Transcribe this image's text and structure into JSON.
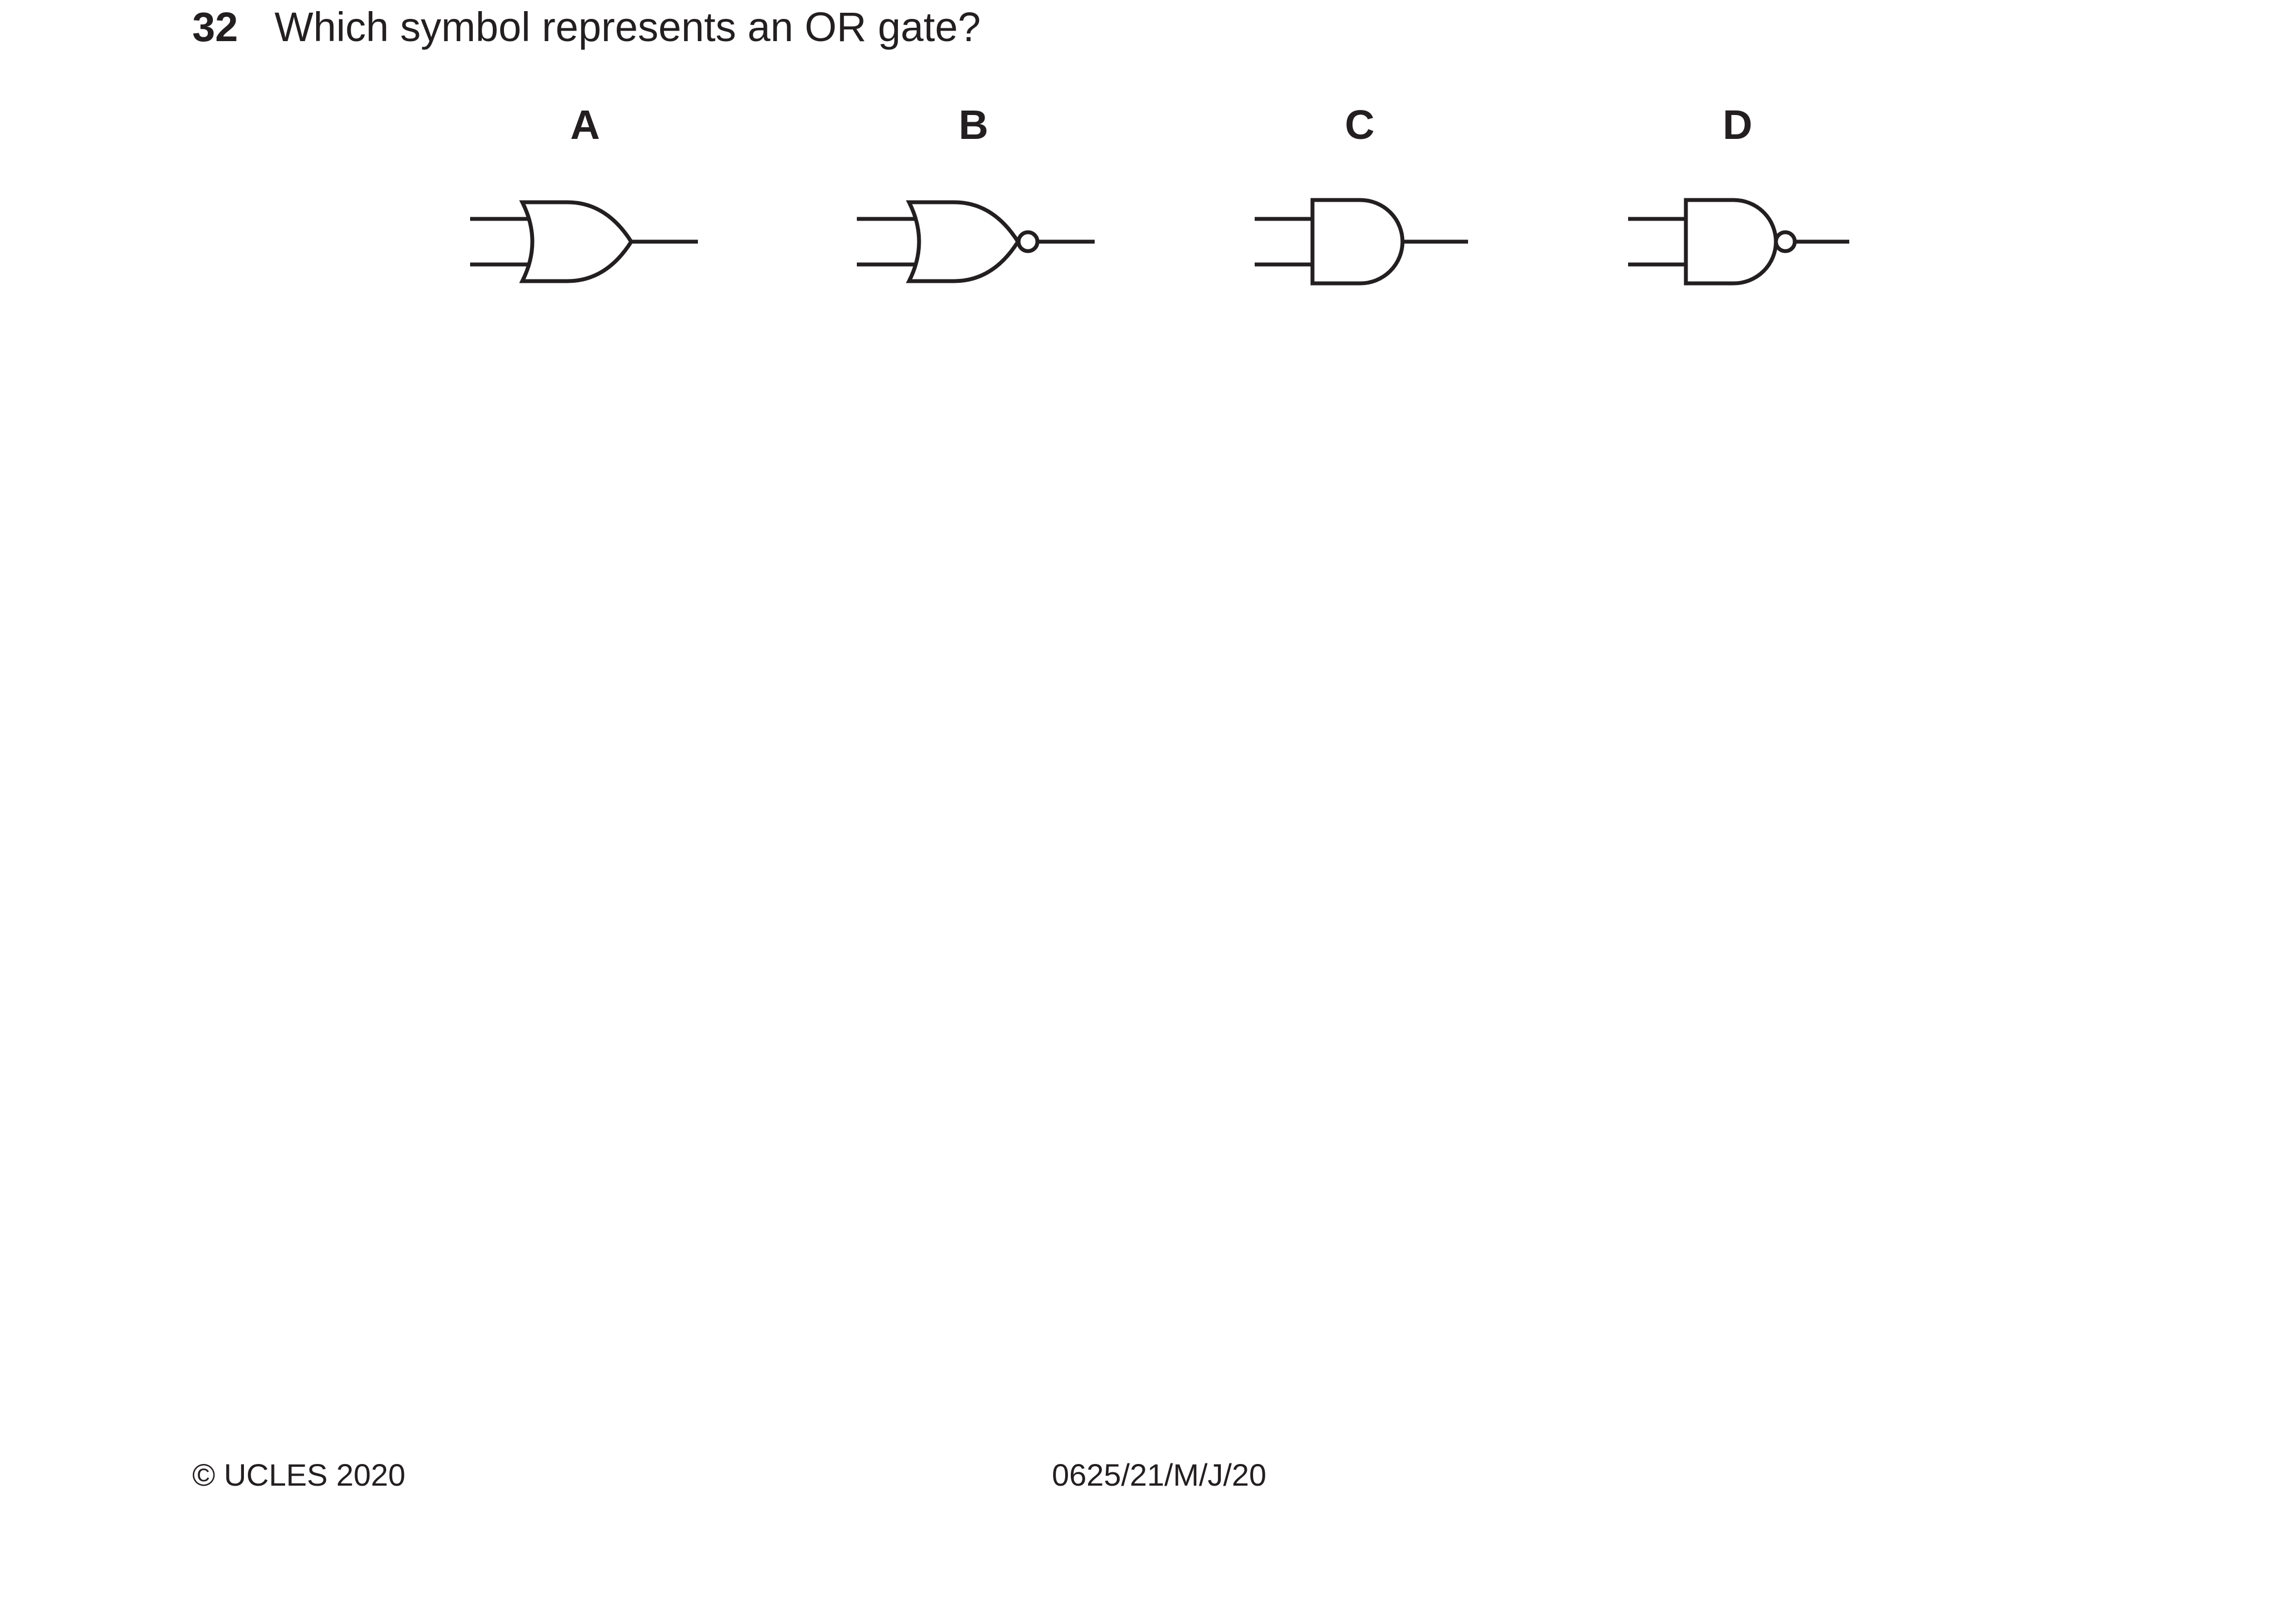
{
  "question": {
    "number": "32",
    "text": "Which symbol represents an OR gate?"
  },
  "options": [
    {
      "label": "A",
      "icon": "or-gate-icon"
    },
    {
      "label": "B",
      "icon": "nor-gate-icon"
    },
    {
      "label": "C",
      "icon": "and-gate-icon"
    },
    {
      "label": "D",
      "icon": "nand-gate-icon"
    }
  ],
  "footer": {
    "copyright": "© UCLES 2020",
    "code": "0625/21/M/J/20"
  }
}
